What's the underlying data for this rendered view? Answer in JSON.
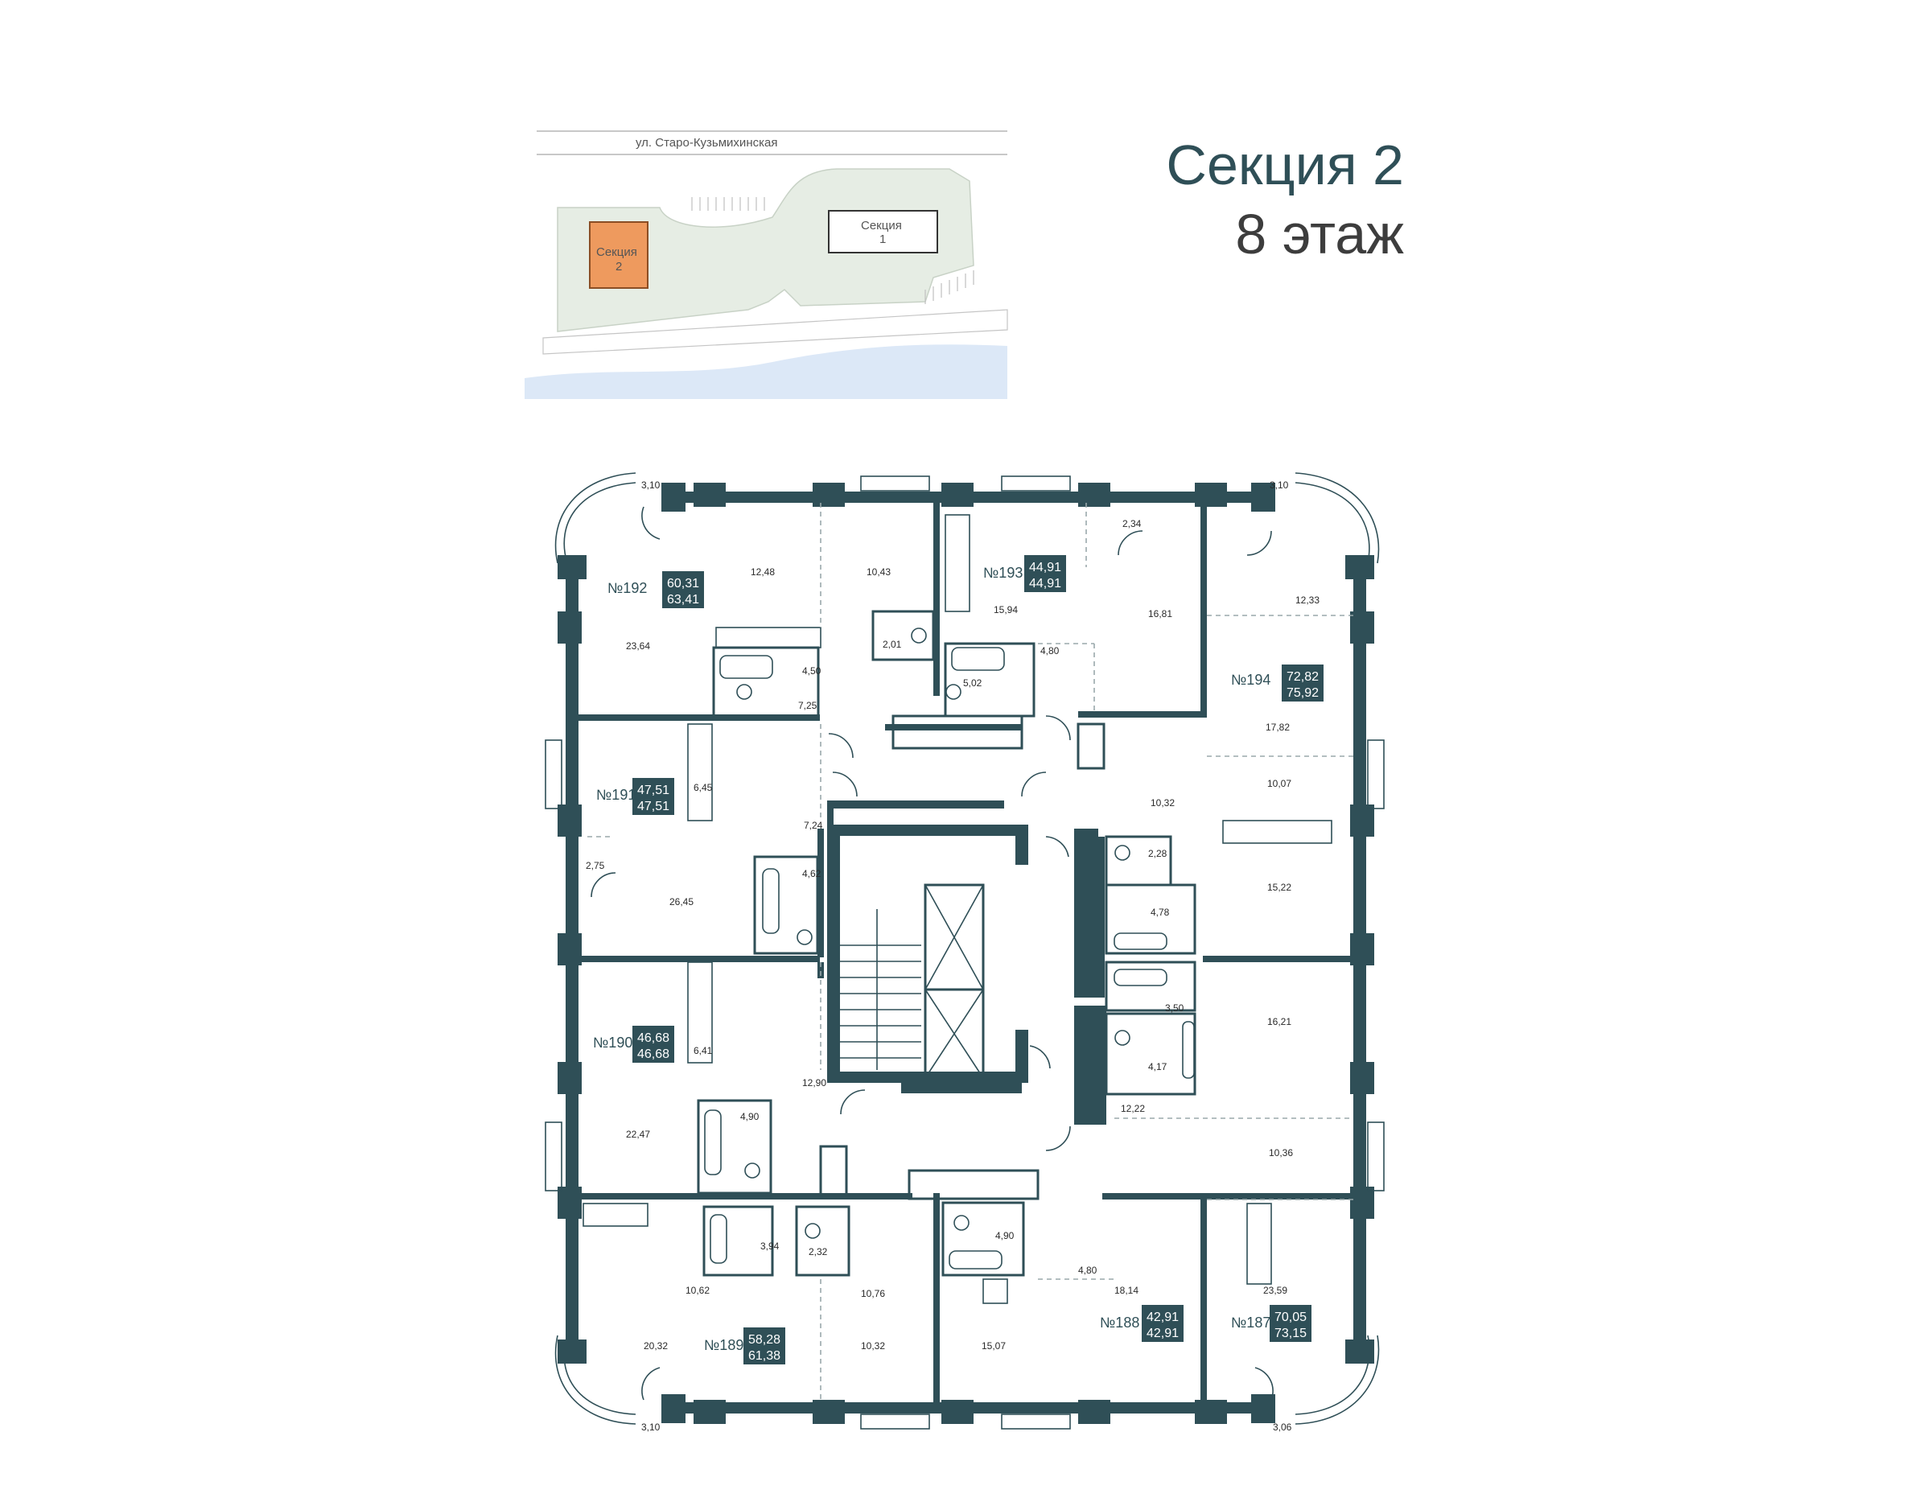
{
  "header": {
    "section": "Секция 2",
    "floor": "8 этаж"
  },
  "site_map": {
    "street": "ул. Старо-Кузьмихинская",
    "current_section": {
      "line1": "Секция",
      "line2": "2"
    },
    "other_section": {
      "line1": "Секция",
      "line2": "1"
    }
  },
  "colors": {
    "wall": "#2f4f57",
    "badge": "#2f4f57",
    "highlight": "#ee9a5e",
    "green": "#e6ede4",
    "water": "#dce8f7"
  },
  "apartments": [
    {
      "number": "№192",
      "area_living": "60,31",
      "area_total": "63,41"
    },
    {
      "number": "№193",
      "area_living": "44,91",
      "area_total": "44,91"
    },
    {
      "number": "№194",
      "area_living": "72,82",
      "area_total": "75,92"
    },
    {
      "number": "№191",
      "area_living": "47,51",
      "area_total": "47,51"
    },
    {
      "number": "№190",
      "area_living": "46,68",
      "area_total": "46,68"
    },
    {
      "number": "№189",
      "area_living": "58,28",
      "area_total": "61,38"
    },
    {
      "number": "№188",
      "area_living": "42,91",
      "area_total": "42,91"
    },
    {
      "number": "№187",
      "area_living": "70,05",
      "area_total": "73,15"
    }
  ],
  "room_areas": {
    "r1": "3,10",
    "r2": "3,10",
    "r3": "3,10",
    "r4": "3,06",
    "r5": "12,48",
    "r6": "10,43",
    "r7": "23,64",
    "r8": "2,01",
    "r9": "4,50",
    "r10": "7,25",
    "r11": "2,34",
    "r12": "16,81",
    "r13": "15,94",
    "r14": "4,80",
    "r15": "5,02",
    "r16": "12,33",
    "r17": "17,82",
    "r18": "6,45",
    "r19": "10,32",
    "r20": "10,07",
    "r21": "7,24",
    "r22": "2,28",
    "r23": "2,75",
    "r24": "26,45",
    "r25": "4,62",
    "r26": "4,78",
    "r27": "15,22",
    "r28": "3,50",
    "r29": "16,21",
    "r30": "6,41",
    "r31": "4,17",
    "r32": "12,90",
    "r33": "12,22",
    "r34": "22,47",
    "r35": "4,90",
    "r36": "10,36",
    "r37": "3,94",
    "r38": "2,32",
    "r39": "4,90",
    "r40": "4,80",
    "r41": "10,62",
    "r42": "10,76",
    "r43": "18,14",
    "r44": "23,59",
    "r45": "20,32",
    "r46": "10,32",
    "r47": "15,07"
  }
}
